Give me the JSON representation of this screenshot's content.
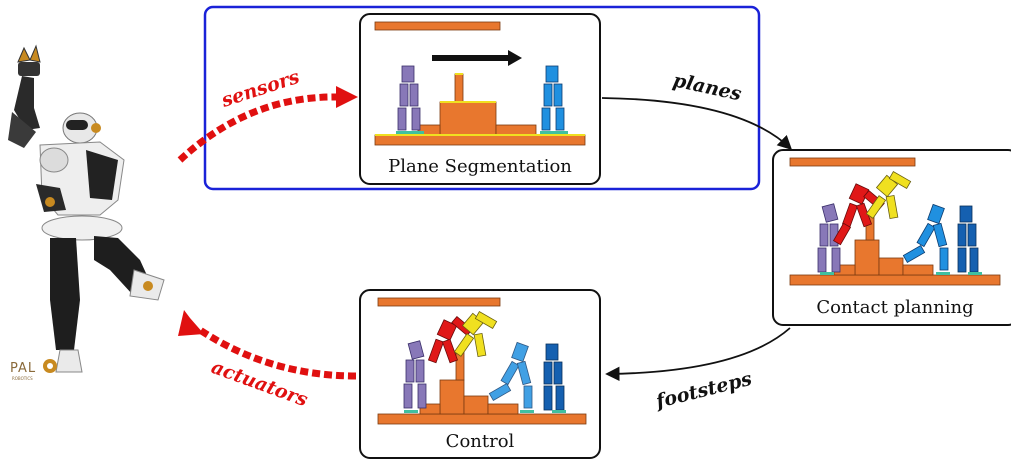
{
  "boxes": {
    "plane_segmentation": "Plane Segmentation",
    "contact_planning": "Contact planning",
    "control": "Control"
  },
  "edges": {
    "sensors": "sensors",
    "planes": "planes",
    "footsteps": "footsteps",
    "actuators": "actuators"
  },
  "logo": {
    "brand": "PAL",
    "sub": "ROBOTICS"
  },
  "colors": {
    "highlight_frame": "#1a22d8",
    "block": "#e8772e",
    "red_arrow": "#e01010",
    "robot_purple": "#8878b8",
    "robot_red": "#e01818",
    "robot_yellow": "#f0e020",
    "robot_blue": "#2090e0",
    "robot_darkblue": "#1560b0",
    "foot_teal": "#40c0a0"
  }
}
